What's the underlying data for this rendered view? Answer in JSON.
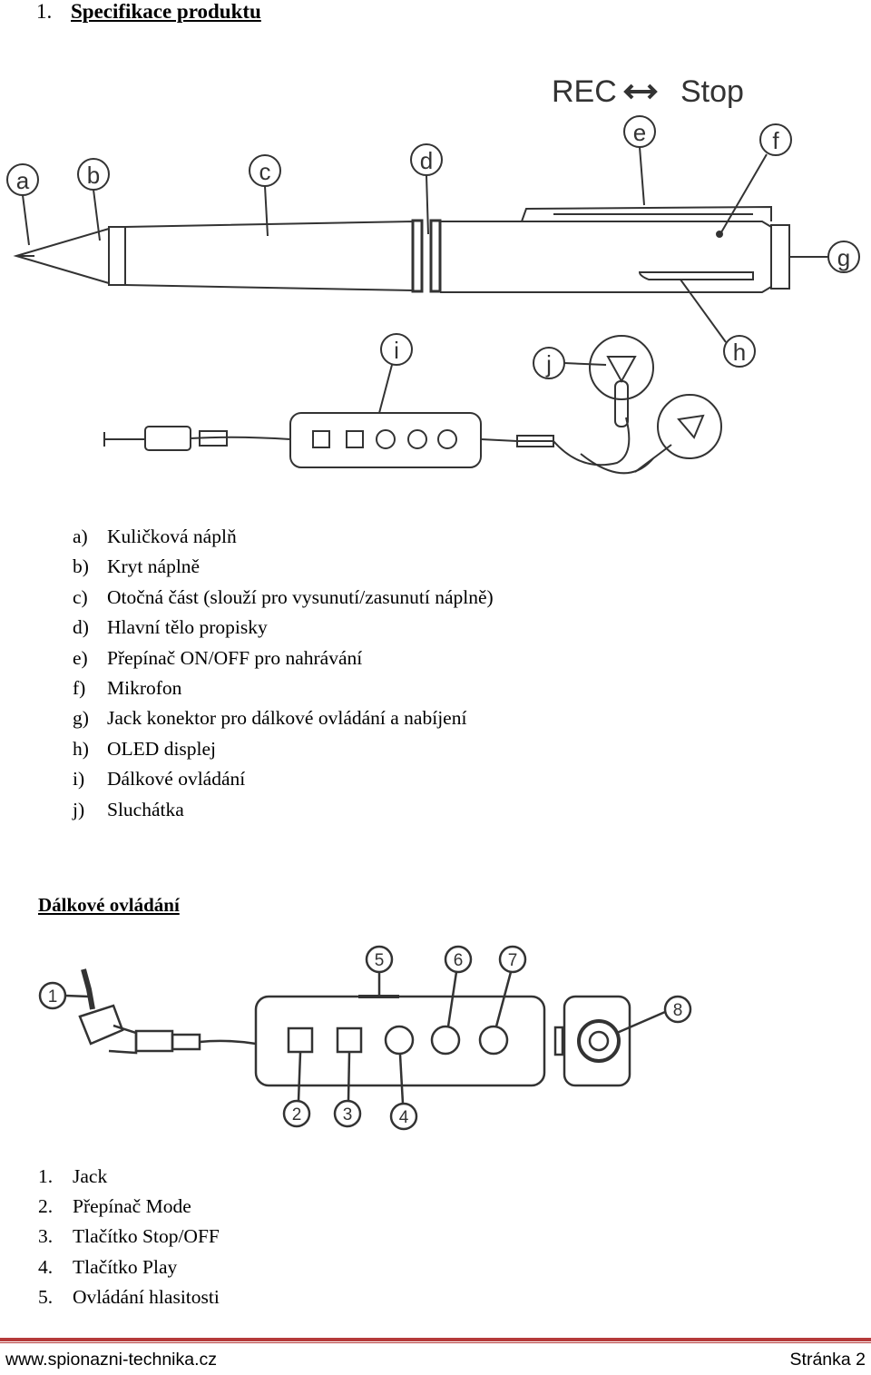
{
  "heading": {
    "number": "1.",
    "title": "Specifikace produktu"
  },
  "figure1": {
    "rec_label": "REC",
    "stop_label": "Stop",
    "callouts": [
      "a",
      "b",
      "c",
      "d",
      "e",
      "f",
      "g",
      "h",
      "i",
      "j"
    ]
  },
  "parts": [
    {
      "marker": "a)",
      "text": "Kuličková náplň"
    },
    {
      "marker": "b)",
      "text": "Kryt náplně"
    },
    {
      "marker": "c)",
      "text": "Otočná část (slouží pro vysunutí/zasunutí náplně)"
    },
    {
      "marker": "d)",
      "text": "Hlavní tělo propisky"
    },
    {
      "marker": "e)",
      "text": "Přepínač ON/OFF pro nahrávání"
    },
    {
      "marker": "f)",
      "text": "Mikrofon"
    },
    {
      "marker": "g)",
      "text": "Jack konektor pro dálkové ovládání a nabíjení"
    },
    {
      "marker": "h)",
      "text": "OLED displej"
    },
    {
      "marker": "i)",
      "text": "Dálkové ovládání"
    },
    {
      "marker": "j)",
      "text": "Sluchátka"
    }
  ],
  "remote_heading": "Dálkové ovládání",
  "figure2": {
    "callouts": [
      "1",
      "2",
      "3",
      "4",
      "5",
      "6",
      "7",
      "8"
    ]
  },
  "remote_items": [
    {
      "marker": "1.",
      "text": "Jack"
    },
    {
      "marker": "2.",
      "text": "Přepínač Mode"
    },
    {
      "marker": "3.",
      "text": "Tlačítko Stop/OFF"
    },
    {
      "marker": "4.",
      "text": "Tlačítko Play"
    },
    {
      "marker": "5.",
      "text": "Ovládání hlasitosti"
    }
  ],
  "footer": {
    "website": "www.spionazni-technika.cz",
    "page": "Stránka 2"
  },
  "colors": {
    "rule": "#b53a3a",
    "ink": "#000000"
  }
}
